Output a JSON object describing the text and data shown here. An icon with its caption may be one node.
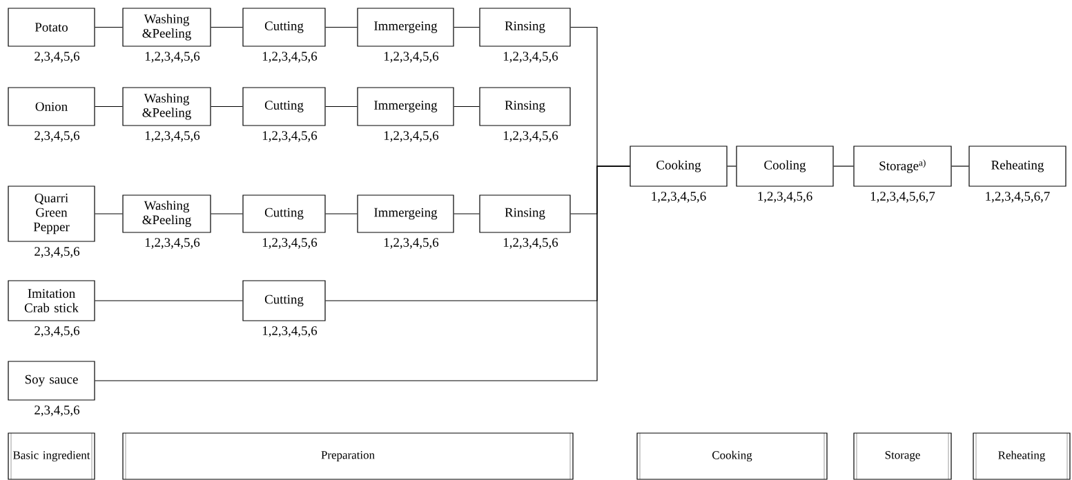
{
  "diagram": {
    "nodes": [
      {
        "text": [
          "Potato"
        ],
        "beside": [
          "2,3,4,5,6"
        ]
      },
      {
        "text": [
          "Washing &Peeling"
        ],
        "beside": [
          "1,2,3,4,5,6"
        ]
      },
      {
        "text": [
          "Cutting"
        ],
        "beside": [
          "1,2,3,4,5,6"
        ]
      },
      {
        "text": [
          "Immergeing"
        ],
        "beside": [
          "1,2,3,4,5,6"
        ]
      },
      {
        "text": [
          "Rinsing"
        ],
        "beside": [
          "1,2,3,4,5,6"
        ]
      },
      {
        "text": [
          "Onion"
        ],
        "beside": [
          "2,3,4,5,6"
        ]
      },
      {
        "text": [
          "Washing &Peeling"
        ],
        "beside": [
          "1,2,3,4,5,6"
        ]
      },
      {
        "text": [
          "Cutting"
        ],
        "beside": [
          "1,2,3,4,5,6"
        ]
      },
      {
        "text": [
          "Immergeing"
        ],
        "beside": [
          "1,2,3,4,5,6"
        ]
      },
      {
        "text": [
          "Rinsing"
        ],
        "beside": [
          "1,2,3,4,5,6"
        ]
      },
      {
        "text": [
          "Quarri Green Pepper"
        ],
        "beside": [
          "2,3,4,5,6"
        ]
      },
      {
        "text": [
          "Washing &Peeling"
        ],
        "beside": [
          "1,2,3,4,5,6"
        ]
      },
      {
        "text": [
          "Cutting"
        ],
        "beside": [
          "1,2,3,4,5,6"
        ]
      },
      {
        "text": [
          "Immergeing"
        ],
        "beside": [
          "1,2,3,4,5,6"
        ]
      },
      {
        "text": [
          "Rinsing"
        ],
        "beside": [
          "1,2,3,4,5,6"
        ]
      },
      {
        "text": [
          "Imitation Crab stick"
        ],
        "beside": [
          "2,3,4,5,6"
        ]
      },
      {
        "text": [
          "Cutting"
        ],
        "beside": [
          "1,2,3,4,5,6"
        ]
      },
      {
        "text": [
          "Soy sauce"
        ],
        "beside": [
          "2,3,4,5,6"
        ]
      },
      {
        "text": [
          "Cooking"
        ],
        "beside": [
          "1,2,3,4,5,6"
        ]
      },
      {
        "text": [
          "Cooling"
        ],
        "beside": [
          "1,2,3,4,5,6"
        ]
      },
      {
        "text": [
          "Storage$^{a)}$"
        ],
        "beside": [
          "1,2,3,4,5,6,7"
        ]
      },
      {
        "text": [
          "Reheating"
        ],
        "beside": [
          "1,2,3,4,5,6,7"
        ]
      },
      {
        "text": [
          "Basic ingredient"
        ]
      },
      {
        "text": [
          "Preparation"
        ]
      },
      {
        "text": [
          "Cooking"
        ]
      },
      {
        "text": [
          "Storage"
        ]
      },
      {
        "text": [
          "Reheating"
        ]
      }
    ],
    "edges": [
      {
        "from": 0,
        "to": 1,
        "arrow": "none"
      },
      {
        "from": 1,
        "to": 2,
        "arrow": "none"
      },
      {
        "from": 2,
        "to": 3,
        "arrow": "none"
      },
      {
        "from": 3,
        "to": 4,
        "arrow": "none"
      },
      {
        "from": 5,
        "to": 6,
        "arrow": "none"
      },
      {
        "from": 6,
        "to": 7,
        "arrow": "none"
      },
      {
        "from": 7,
        "to": 8,
        "arrow": "none"
      },
      {
        "from": 8,
        "to": 9,
        "arrow": "none"
      },
      {
        "from": 10,
        "to": 11,
        "arrow": "none"
      },
      {
        "from": 11,
        "to": 12,
        "arrow": "none"
      },
      {
        "from": 12,
        "to": 13,
        "arrow": "none"
      },
      {
        "from": 13,
        "to": 14,
        "arrow": "none"
      },
      {
        "from": 15,
        "to": 16,
        "arrow": "none"
      },
      {
        "from": 4,
        "to": 18,
        "arrow": "none"
      },
      {
        "from": 14,
        "to": 18,
        "arrow": "none"
      },
      {
        "from": 16,
        "to": 18,
        "arrow": "none"
      },
      {
        "from": 17,
        "to": 18,
        "arrow": "none"
      },
      {
        "from": 18,
        "to": 19,
        "arrow": "none"
      },
      {
        "from": 19,
        "to": 20,
        "arrow": "none"
      },
      {
        "from": 20,
        "to": 21,
        "arrow": "none"
      }
    ]
  }
}
